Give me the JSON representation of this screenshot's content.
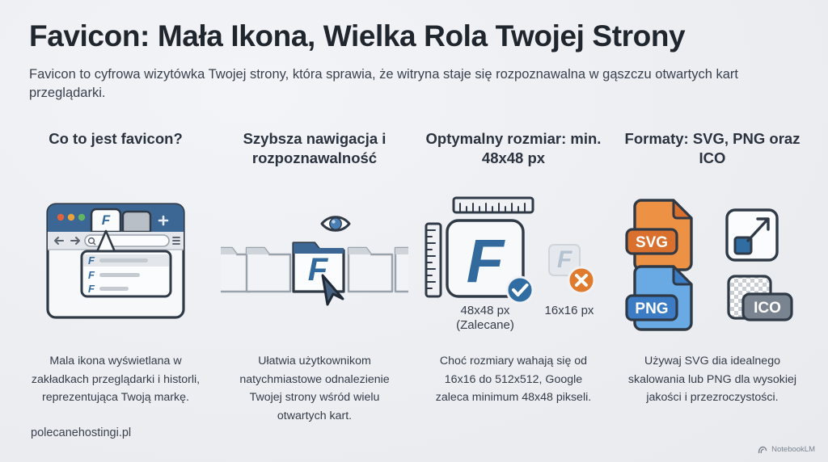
{
  "header": {
    "title": "Favicon: Mała Ikona, Wielka Rola Twojej Strony",
    "subtitle": "Favicon to cyfrowa wizytówka Twojej strony, która sprawia, że witryna staje się rozpoznawalna w gąszczu otwartych kart przeglądarki."
  },
  "columns": [
    {
      "heading": "Co to jest favicon?",
      "body": "Mala ikona wyświetlana w zakładkach przeglądarki i historli, reprezentująca Twoją markę.",
      "art": "browser-window-illustration"
    },
    {
      "heading": "Szybsza nawigacja i rozpoznawalność",
      "body": "Ułatwia użytkownikom natychmiastowe odnalezienie Twojej strony wśród wielu otwartych kart.",
      "art": "tabs-row-illustration"
    },
    {
      "heading": "Optymalny rozmiar: min. 48x48 px",
      "body": "Choć rozmiary wahają się od 16x16 do 512x512, Google zaleca minimum 48x48 pikseli.",
      "art": "size-comparison-illustration",
      "labels": {
        "good_size": "48x48 px",
        "good_size_note": "(Zalecane)",
        "bad_size": "16x16 px"
      }
    },
    {
      "heading": "Formaty: SVG, PNG oraz ICO",
      "body": "Używaj SVG dia idealnego skalowania lub PNG dla wysokiej jakości i przezroczystości.",
      "art": "file-formats-illustration",
      "labels": {
        "svg": "SVG",
        "png": "PNG",
        "ico": "ICO"
      }
    }
  ],
  "footer": {
    "site": "polecanehostingi.pl",
    "watermark": "NotebookLM"
  },
  "colors": {
    "background": "#eceef2",
    "ink": "#2b3440",
    "favicon_blue": "#336a9e",
    "chrome_blue": "#3c6795",
    "accent_orange": "#e07b2e",
    "svg_orange": "#ed9144",
    "svg_orange_dark": "#d9702e",
    "png_blue": "#6aaae4",
    "png_blue_dark": "#3b7cc4",
    "ico_gray": "#7a8490",
    "outline": "#2f3a46"
  }
}
